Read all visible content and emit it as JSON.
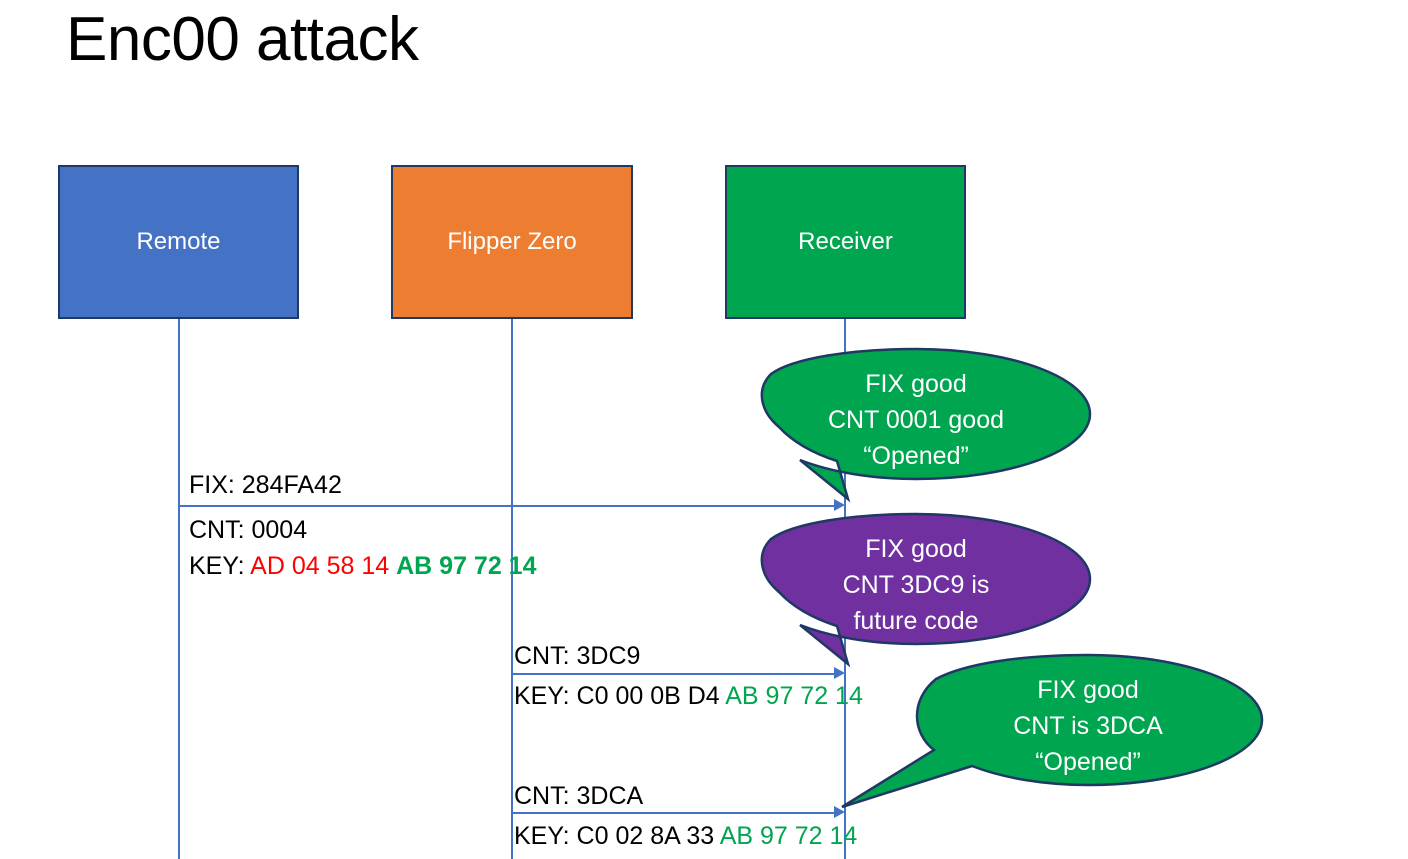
{
  "slide": {
    "title": "Enc00 attack"
  },
  "colors": {
    "remote_fill": "#4472C4",
    "flipper_fill": "#ED7D31",
    "receiver_fill": "#00A550",
    "bubble_green": "#00A550",
    "bubble_purple": "#7030A0",
    "outline": "#1F3864",
    "line": "#4472C4",
    "hex_red": "#FF0000",
    "hex_green": "#00A550"
  },
  "actors": [
    {
      "id": "remote",
      "label": "Remote"
    },
    {
      "id": "flipper",
      "label": "Flipper Zero"
    },
    {
      "id": "receiver",
      "label": "Receiver"
    }
  ],
  "messages": [
    {
      "id": "msg1",
      "from": "remote",
      "to": "receiver",
      "fix_label": "FIX: 284FA42",
      "cnt_label": "CNT: 0004",
      "key_prefix": "KEY: ",
      "key_red": "AD 04 58 14",
      "key_green": "AB 97 72 14"
    },
    {
      "id": "msg2",
      "from": "flipper",
      "to": "receiver",
      "cnt_label": "CNT: 3DC9",
      "key_prefix": "KEY: C0 00 0B D4 ",
      "key_green": "AB 97 72 14"
    },
    {
      "id": "msg3",
      "from": "flipper",
      "to": "receiver",
      "cnt_label": "CNT: 3DCA",
      "key_prefix": "KEY: C0 02 8A 33 ",
      "key_green": "AB 97 72 14"
    }
  ],
  "callouts": [
    {
      "id": "callout-1",
      "color": "green",
      "line1": "FIX good",
      "line2": "CNT 0001 good",
      "line3": "“Opened”"
    },
    {
      "id": "callout-2",
      "color": "purple",
      "line1": "FIX good",
      "line2": "CNT 3DC9 is",
      "line3": "future code"
    },
    {
      "id": "callout-3",
      "color": "green",
      "line1": "FIX good",
      "line2": "CNT is 3DCA",
      "line3": "“Opened”"
    }
  ]
}
